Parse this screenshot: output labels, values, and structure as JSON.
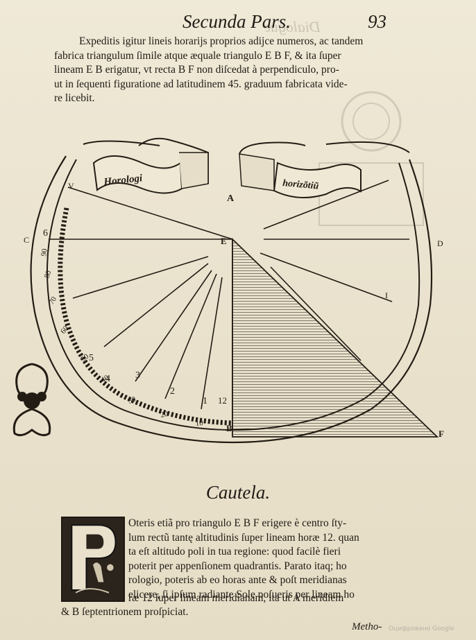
{
  "header": {
    "ghost_text": "Dialogue",
    "running_head": "Secunda Pars.",
    "page_number": "93"
  },
  "paragraph1": {
    "lines": [
      "Expeditis igitur lineis horarijs proprios adijce numeros, ac tandem",
      "fabrica triangulum ſimile atque æquale triangulo E B F, & ita ſuper",
      "lineam E B erigatur, vt recta B F non diſcedat à perpendiculo, pro-",
      "ut in ſequenti figuratione ad latitudinem 45. graduum fabricata vide-",
      "re licebit."
    ]
  },
  "diagram": {
    "scroll_left": "Horologi",
    "scroll_right": "horizõtiũ",
    "label_A": "A",
    "label_E": "E",
    "label_B": "B",
    "label_F": "F",
    "label_left_edge": "C",
    "label_right_edge": "D",
    "label_V": "V",
    "label_I": "I",
    "hour_numerals": [
      "6",
      "5",
      "4",
      "3",
      "2",
      "1",
      "12"
    ],
    "degree_numerals": [
      "90",
      "80",
      "70",
      "60",
      "50",
      "40",
      "30",
      "20",
      "10"
    ]
  },
  "section_title": "Cautela.",
  "paragraph2": {
    "lines": [
      "Oteris etiã pro triangulo E B F erigere è centro ſty-",
      "lum rectũ tantę altitudinis ſuper lineam horæ 12. quan",
      "ta eſt altitudo poli in tua regione: quod facilè fieri",
      "poterit per appenſionem quadrantis. Parato itaq; ho",
      "rologio, poteris ab eo horas ante & poſt meridianas",
      "elicere, ſi ipſum radiante Sole poſueris per lineam ho",
      "ræ 12 ſuper lineam meridianam, ita ut A meridiem"
    ],
    "last_line": "& B ſeptentrionem proſpiciat."
  },
  "catchword": "Metho-",
  "watermark": "Оцифровано Google"
}
